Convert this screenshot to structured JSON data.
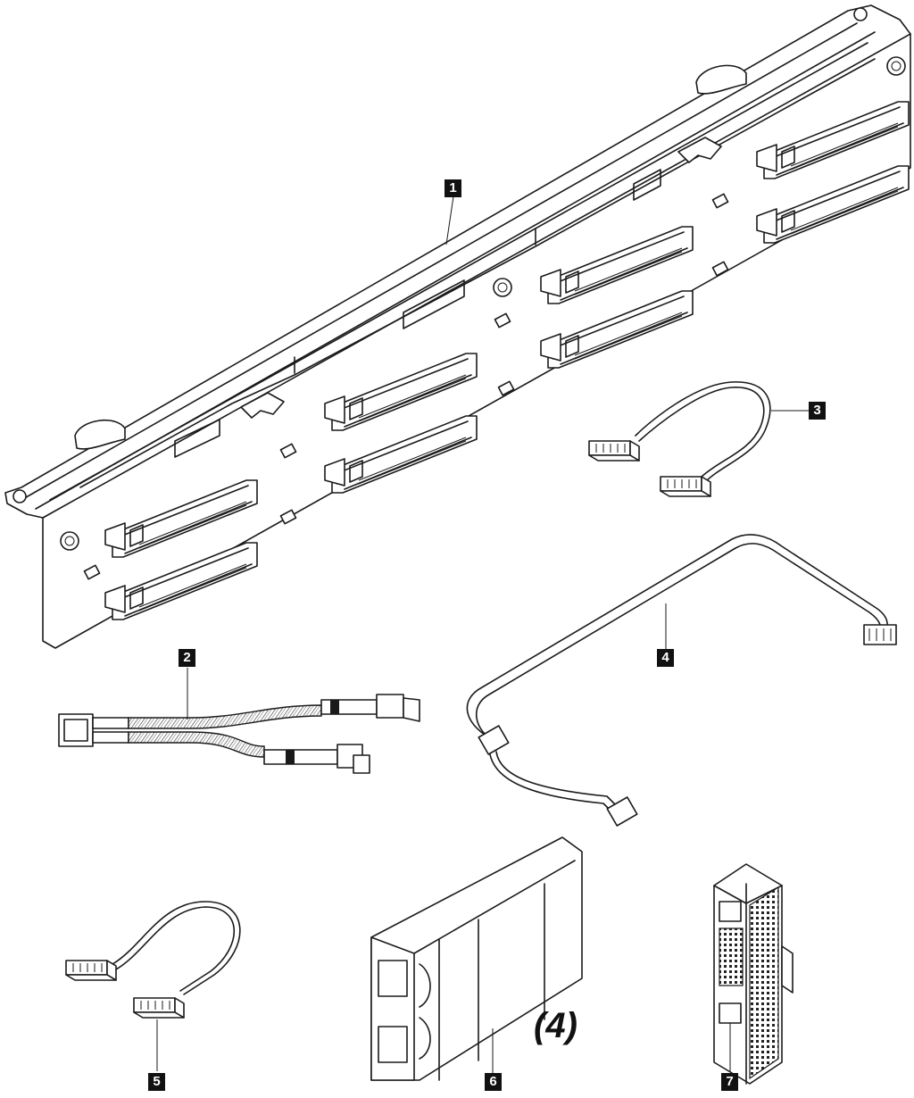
{
  "callouts": [
    {
      "number": "1"
    },
    {
      "number": "2"
    },
    {
      "number": "3"
    },
    {
      "number": "4"
    },
    {
      "number": "5"
    },
    {
      "number": "6"
    },
    {
      "number": "7"
    }
  ],
  "quantity_label": "(4)",
  "colors": {
    "line": "#1a1a1a",
    "background": "#ffffff",
    "callout_fill": "#111111",
    "callout_text": "#ffffff"
  }
}
